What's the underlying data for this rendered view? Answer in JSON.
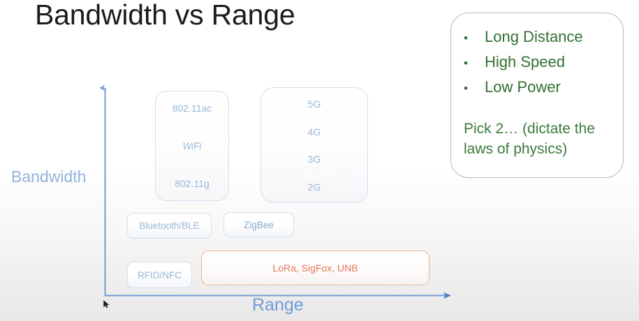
{
  "slide": {
    "title": "Bandwidth vs Range",
    "background_top": "#ffffff",
    "background_bottom": "#e8e8e9"
  },
  "axes": {
    "y_label": "Bandwidth",
    "x_label": "Range",
    "axis_color": "#6f9cd4",
    "y_label_color": "#93b3dc",
    "x_label_color": "#6f9cd4"
  },
  "tech_boxes": {
    "wifi": {
      "name": "WiFi",
      "top_label": "802.11ac",
      "middle_label": "WiFi",
      "bottom_label": "802.11g",
      "text_color": "#9bb7d6",
      "border_color": "#cfe0f0"
    },
    "cellular": {
      "rows": [
        "5G",
        "4G",
        "3G",
        "2G"
      ],
      "text_color": "#9bb7d6",
      "border_color": "#cfe0f0"
    },
    "bluetooth": {
      "label": "Bluetooth/BLE",
      "text_color": "#9bb7d6",
      "border_color": "#cfe0f0"
    },
    "zigbee": {
      "label": "ZigBee",
      "text_color": "#8aa9cb",
      "border_color": "#cfe0f0"
    },
    "rfid": {
      "label": "RFID/NFC",
      "text_color": "#9bb7d6",
      "border_color": "#cfe0f0"
    },
    "lora": {
      "label": "LoRa, SigFox, UNB",
      "text_color": "#e0775a",
      "border_color": "#e9b48f"
    }
  },
  "callout": {
    "bullet_glyph": "•",
    "items": [
      "Long Distance",
      "High Speed",
      "Low Power"
    ],
    "note": "Pick 2… (dictate the laws of physics)",
    "text_color": "#317031",
    "border_color": "#a9c2a9"
  }
}
